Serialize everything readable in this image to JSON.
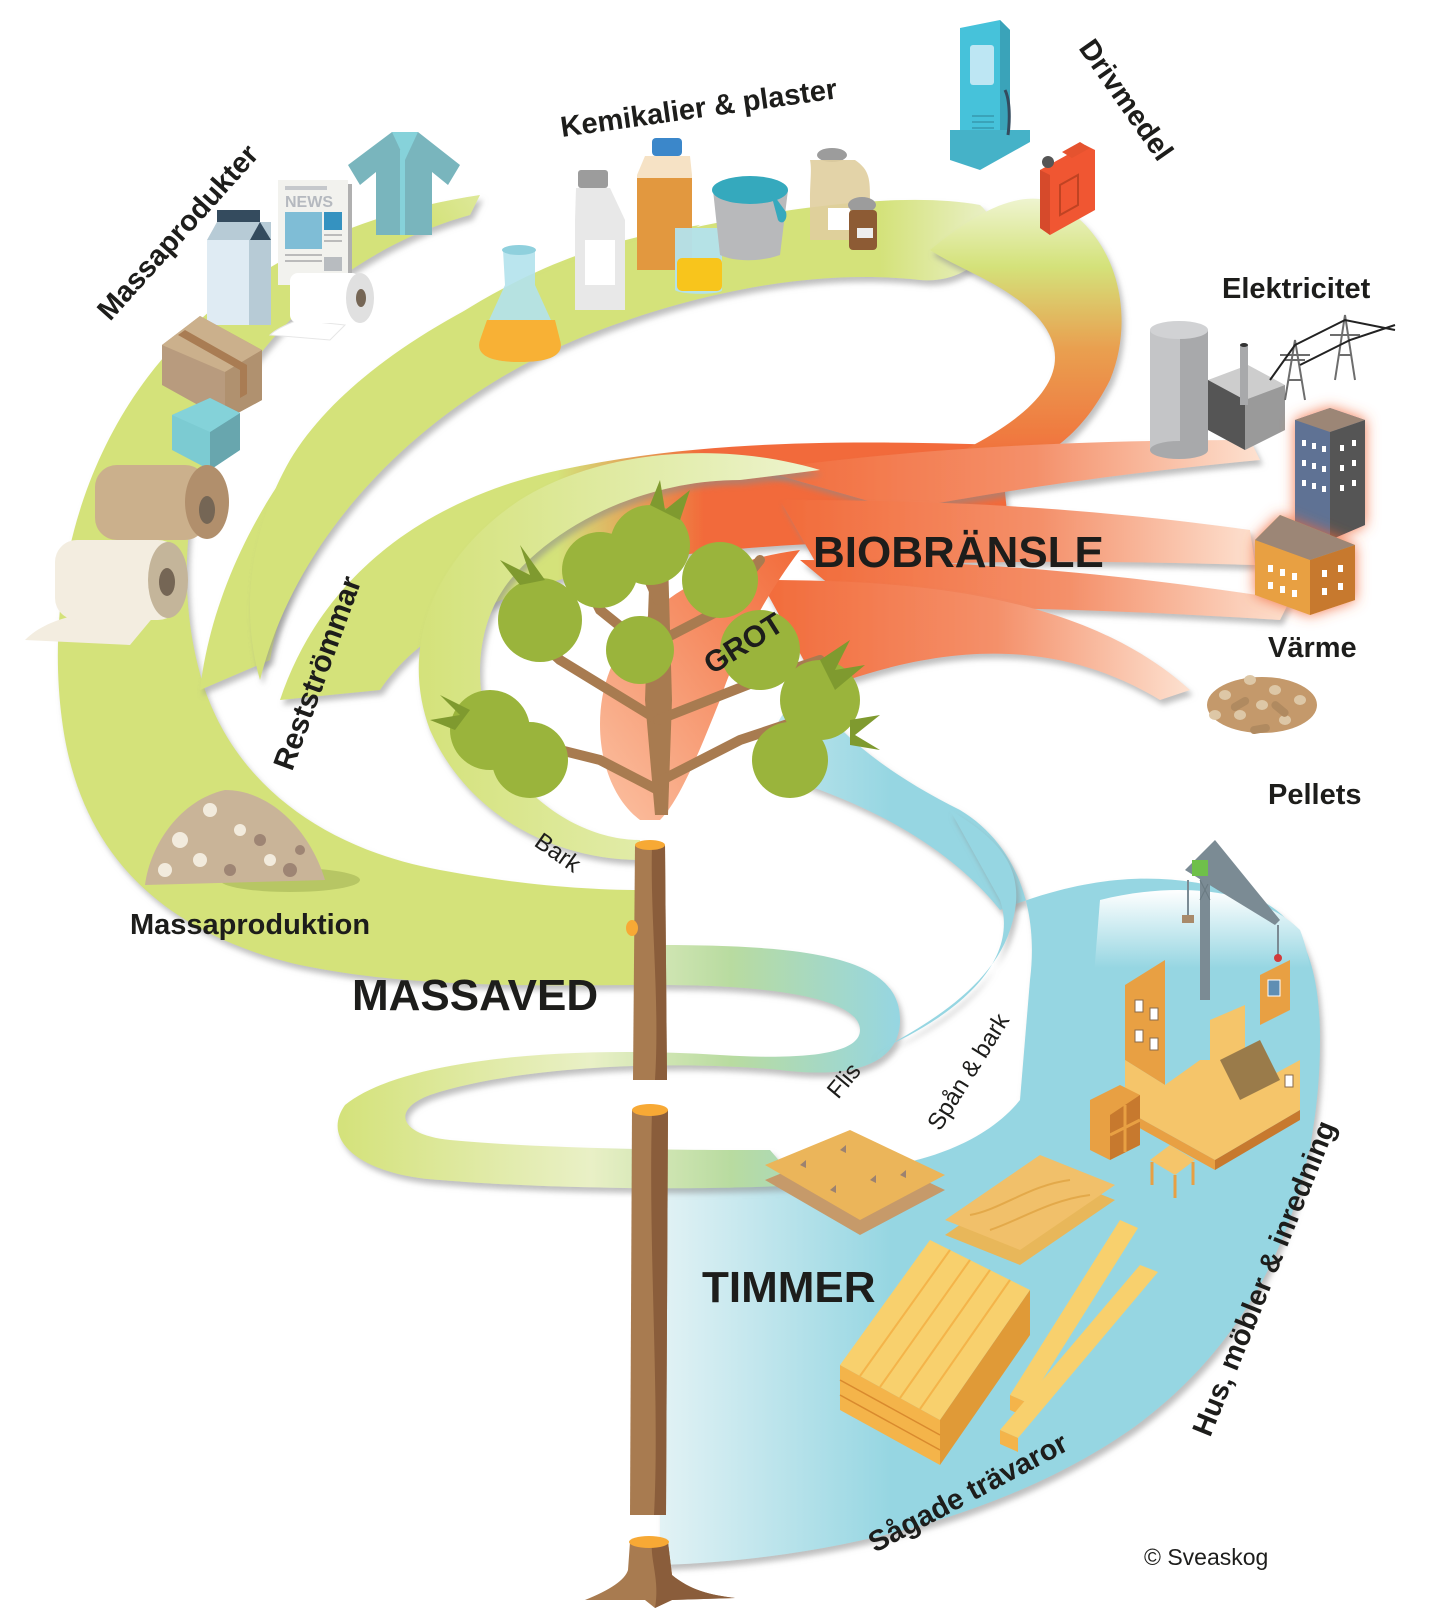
{
  "title": "Skogens produkter – från träd till produkt",
  "colors": {
    "massaved_green": "#d4e27a",
    "biobransle_orange": "#f26b3a",
    "timmer_blue": "#96d6e2",
    "trunk_brown": "#a87b50",
    "trunk_dark": "#8a5d3b",
    "cut_ring": "#f7a935",
    "needle_green": "#9ab43c",
    "text": "#1d1d1b"
  },
  "streams": {
    "massaved": {
      "label": "MASSAVED"
    },
    "biobransle": {
      "label": "BIOBRÄNSLE"
    },
    "timmer": {
      "label": "TIMMER"
    }
  },
  "branch_labels": {
    "grot": "GROT",
    "bark": "Bark",
    "reststrommar": "Restströmmar",
    "flis": "Flis",
    "span_bark": "Spån & bark",
    "massaproduktion": "Massaproduktion"
  },
  "end_products": {
    "massaprodukter": "Massaprodukter",
    "kemikalier": "Kemikalier & plaster",
    "drivmedel": "Drivmedel",
    "elektricitet": "Elektricitet",
    "varme": "Värme",
    "pellets": "Pellets",
    "hus": "Hus, möbler & inredning",
    "sagade": "Sågade trävaror"
  },
  "icons": {
    "massaprodukter": [
      "milk-carton-icon",
      "newspaper-icon",
      "shirt-icon",
      "toilet-paper-icon",
      "cardboard-box-icon",
      "blue-box-icon",
      "paper-roll-icon",
      "kitchen-roll-icon"
    ],
    "kemikalier": [
      "flask-icon",
      "white-bottle-icon",
      "amber-bottle-icon",
      "beaker-icon",
      "paint-bucket-icon",
      "jar-icon",
      "pill-jar-icon"
    ],
    "drivmedel": [
      "fuel-pump-icon",
      "jerrycan-icon"
    ],
    "elektricitet": [
      "power-plant-icon",
      "pylon-icon"
    ],
    "varme": [
      "apartment-building-icon",
      "house-icon"
    ],
    "pellets": [
      "pellet-pile-icon"
    ],
    "massaproduktion": [
      "pulp-pile-icon"
    ],
    "hus": [
      "crane-icon",
      "wooden-house-icon",
      "shelf-icon",
      "table-icon"
    ],
    "sagade": [
      "chipboard-icon",
      "plywood-icon",
      "lumber-stack-icon",
      "plank-icon"
    ],
    "tree": [
      "pine-tree-icon",
      "log-icon",
      "stump-icon"
    ]
  },
  "newspaper_text": "NEWS",
  "copyright": "© Sveaskog"
}
